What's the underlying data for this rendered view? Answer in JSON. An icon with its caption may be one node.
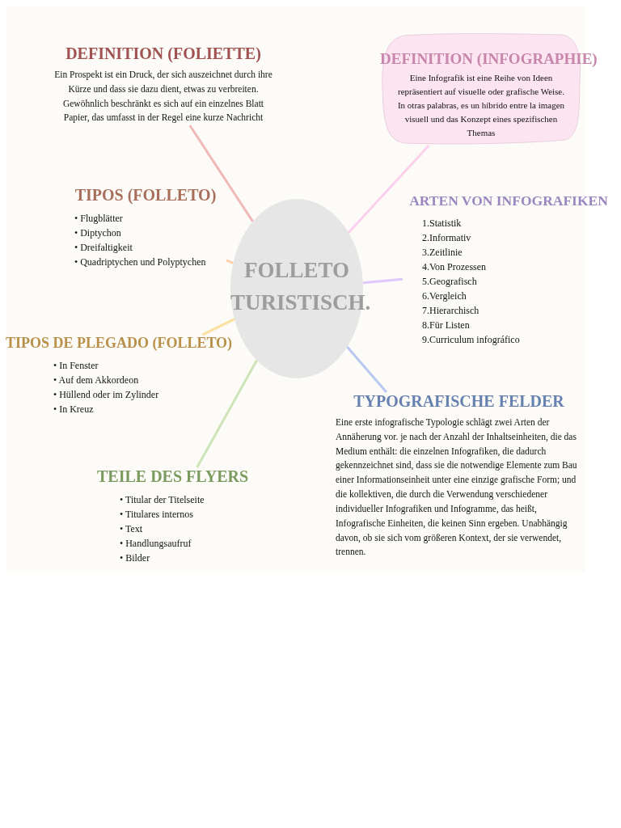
{
  "diagram": {
    "nodes": [
      {
        "text": [
          "FOLLETO TURISTISCH."
        ]
      },
      {
        "text": [
          "DEFINITION (FOLIETTE)",
          "Ein Prospekt ist ein Druck, der sich auszeichnet durch ihre Kürze und dass sie dazu dient, etwas zu verbreiten. Gewöhnlich beschränkt es sich auf ein einzelnes Blatt Papier, das umfasst in der Regel eine kurze Nachricht"
        ]
      },
      {
        "text": [
          "DEFINITION (INFOGRAPHIE)",
          "Eine Infografik ist eine Reihe von Ideen repräsentiert auf visuelle oder grafische Weise. In otras palabras, es un híbrido entre la imagen visuell und das Konzept eines spezifischen Themas"
        ]
      },
      {
        "text": [
          "TIPOS (FOLLETO)",
          "• Flugblätter",
          "• Diptychon",
          "• Dreifaltigkeit",
          "• Quadriptychen und Polyptychen"
        ]
      },
      {
        "text": [
          "ARTEN VON INFOGRAFIKEN",
          "1.Statistik",
          "2.Informativ",
          "3.Zeitlinie",
          "4.Von Prozessen",
          "5.Geografisch",
          "6.Vergleich",
          "7.Hierarchisch",
          "8.Für Listen",
          "9.Curriculum infográfico"
        ]
      },
      {
        "text": [
          "TIPOS DE PLEGADO (FOLLETO)",
          "• In Fenster",
          "• Auf dem Akkordeon",
          "• Hüllend oder im Zylinder",
          "• In Kreuz"
        ]
      },
      {
        "text": [
          "TYPOGRAFISCHE FELDER",
          "Eine erste infografische Typologie schlägt zwei Arten der Annäherung vor. je nach der Anzahl der Inhaltseinheiten, die das Medium enthält: die einzelnen Infografiken, die dadurch gekennzeichnet sind, dass sie die notwendige Elemente zum Bau einer Informationseinheit unter eine einzige grafische Form; und die kollektiven, die durch die Verwendung verschiedener individueller Infografiken und Infogramme, das heißt, Infografische Einheiten, die keinen Sinn ergeben. Unabhängig davon, ob sie sich vom größeren Kontext, der sie verwendet, trennen."
        ]
      },
      {
        "text": [
          "TEILE DES FLYERS",
          "• Titular der Titelseite",
          "• Titulares internos",
          "• Text",
          "• Handlungsaufruf",
          "• Bilder"
        ]
      }
    ],
    "edges": [
      {
        "from": 0,
        "to": 1,
        "arrow": "none",
        "color": "#f0b8b8"
      },
      {
        "from": 0,
        "to": 2,
        "arrow": "none",
        "color": "#fcd0ec"
      },
      {
        "from": 0,
        "to": 3,
        "arrow": "none",
        "color": "#fcd0a8"
      },
      {
        "from": 0,
        "to": 4,
        "arrow": "none",
        "color": "#e0c8fc"
      },
      {
        "from": 0,
        "to": 5,
        "arrow": "none",
        "color": "#fce0a0"
      },
      {
        "from": 0,
        "to": 6,
        "arrow": "none",
        "color": "#b8c8f0"
      },
      {
        "from": 0,
        "to": 7,
        "arrow": "none",
        "color": "#cce4b8"
      }
    ]
  }
}
